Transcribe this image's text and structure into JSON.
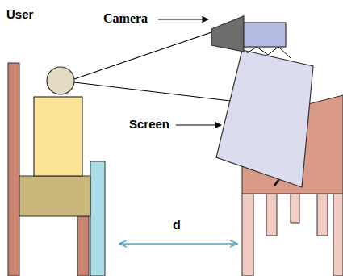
{
  "diagram": {
    "labels": [
      "User",
      "Camera",
      "Screen",
      "d"
    ]
  }
}
